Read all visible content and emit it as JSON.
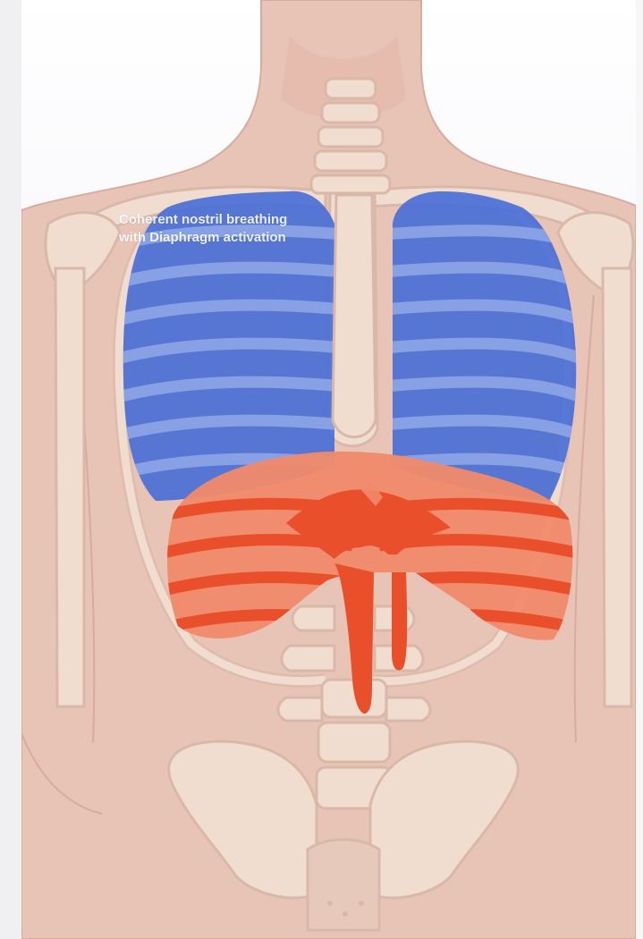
{
  "caption": {
    "line1": "Coherent nostril breathing",
    "line2": "with Diaphragm activation"
  },
  "icons": {
    "lungs": "lungs-icon",
    "diaphragm": "diaphragm-icon",
    "ribcage": "ribcage-icon",
    "spine": "spine-icon",
    "pelvis": "pelvis-icon",
    "skin": "torso-silhouette"
  },
  "colors": {
    "skin": "#e8c4b6",
    "bone": "#f1dcd0",
    "bone_outline": "#d8b9a8",
    "lung": "#4a6fd6",
    "lung_rib_band": "#8ea6e6",
    "diaphragm": "#e84f2a",
    "diaphragm_light": "#f08a6a",
    "background_gradient": "#c9cbe8"
  }
}
